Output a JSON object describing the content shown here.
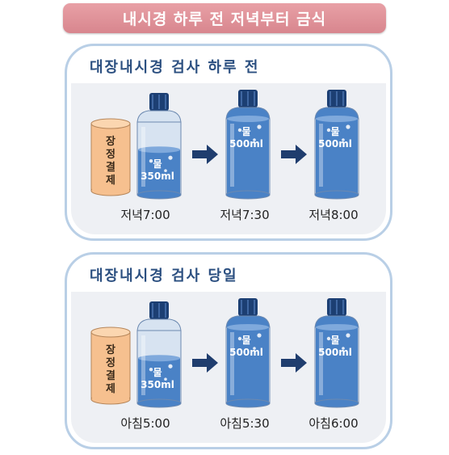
{
  "banner": {
    "title": "내시경 하루 전 저녁부터 금식"
  },
  "sections": [
    {
      "title": "대장내시경 검사 하루 전",
      "agent": "장정결제",
      "steps": [
        {
          "label": "물",
          "amount": "350ml",
          "time": "저녁7:00"
        },
        {
          "label": "물",
          "amount": "500ml",
          "time": "저녁7:30"
        },
        {
          "label": "물",
          "amount": "500ml",
          "time": "저녁8:00"
        }
      ]
    },
    {
      "title": "대장내시경 검사 당일",
      "agent": "장정결제",
      "steps": [
        {
          "label": "물",
          "amount": "350ml",
          "time": "아침5:00"
        },
        {
          "label": "물",
          "amount": "500ml",
          "time": "아침5:30"
        },
        {
          "label": "물",
          "amount": "500ml",
          "time": "아침6:00"
        }
      ]
    }
  ],
  "colors": {
    "banner": "#dc8c93",
    "panel_border": "#b9cfe6",
    "panel_fill": "#eef0f4",
    "title_text": "#2b4f80",
    "arrow": "#1f3d6e",
    "cap": "#1c3f73",
    "water": "#4a82c6",
    "agent_fill": "#f6c08f"
  },
  "icons": [
    "cylinder-icon",
    "bottle-icon",
    "arrow-right-icon"
  ]
}
